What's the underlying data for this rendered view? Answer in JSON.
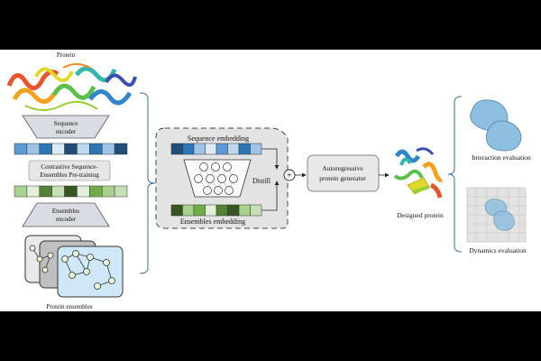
{
  "labels": {
    "protein": "Protein",
    "sequence_encoder_1": "Sequence",
    "sequence_encoder_2": "encoder",
    "contrastive_1": "Contrastive Sequence-",
    "contrastive_2": "Ensembles Pre-training",
    "ensembles_encoder_1": "Ensembles",
    "ensembles_encoder_2": "encoder",
    "protein_ensembles": "Protein ensembles",
    "sequence_embedding": "Sequence embedding",
    "ensembles_embedding": "Ensembles embedding",
    "distill": "Distill",
    "plus": "+",
    "generator_1": "Autoregressive",
    "generator_2": "protein generator",
    "designed_protein": "Designed protein",
    "interaction_evaluation": "Interaction evaluation",
    "dynamics_evaluation": "Dynamics evaluation"
  },
  "colors": {
    "sequence_bar": [
      "#5b9bd5",
      "#9dc3e6",
      "#2e75b6",
      "#deebf7",
      "#1f4e79",
      "#bdd7ee",
      "#2e75b6",
      "#9dc3e6",
      "#1f4e79"
    ],
    "ensemble_bar": [
      "#a9d18e",
      "#e2f0d9",
      "#548235",
      "#c5e0b4",
      "#375623",
      "#e2f0d9",
      "#70ad47",
      "#a9d18e",
      "#c5e0b4"
    ],
    "sequence_embedding_bar": [
      "#1f4e79",
      "#2e75b6",
      "#9dc3e6",
      "#deebf7",
      "#5b9bd5",
      "#bdd7ee",
      "#2e75b6",
      "#9dc3e6"
    ],
    "ensemble_embedding_bar": [
      "#375623",
      "#a9d18e",
      "#70ad47",
      "#e2f0d9",
      "#548235",
      "#375623",
      "#a9d18e",
      "#c5e0b4"
    ],
    "blob": "#8fbfe0",
    "encoder_fill": "#d9dce3"
  }
}
